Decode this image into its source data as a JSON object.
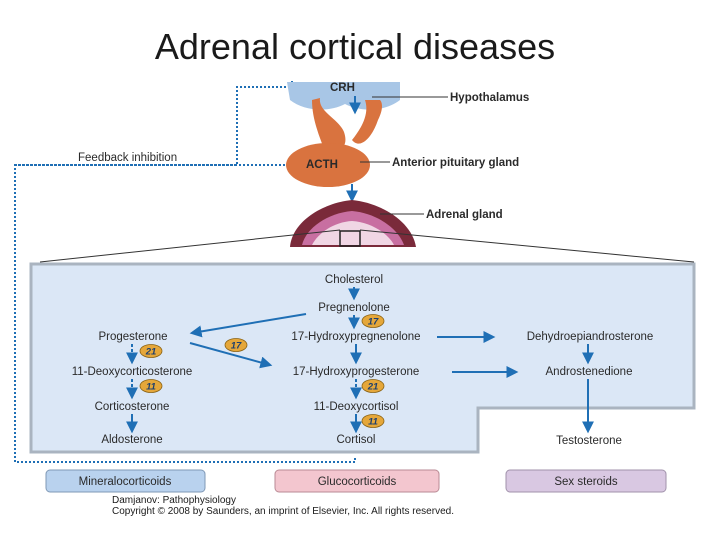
{
  "title": "Adrenal cortical diseases",
  "labels": {
    "crh": "CRH",
    "hypothalamus": "Hypothalamus",
    "feedback": "Feedback inhibition",
    "acth": "ACTH",
    "pituitary": "Anterior pituitary gland",
    "adrenal": "Adrenal gland"
  },
  "steroids": {
    "cholesterol": "Cholesterol",
    "pregnenolone": "Pregnenolone",
    "progesterone": "Progesterone",
    "hydroxypregnenolone": "17-Hydroxypregnenolone",
    "dhea": "Dehydroepiandrosterone",
    "deoxycorticosterone": "11-Deoxycorticosterone",
    "hydroxyprogesterone": "17-Hydroxyprogesterone",
    "androstenedione": "Androstenedione",
    "corticosterone": "Corticosterone",
    "deoxycortisol": "11-Deoxycortisol",
    "aldosterone": "Aldosterone",
    "cortisol": "Cortisol",
    "testosterone": "Testosterone"
  },
  "enzymes": {
    "e17a": "17",
    "e21a": "21",
    "e17b": "17",
    "e11a": "11",
    "e21b": "21",
    "e11b": "11"
  },
  "categories": {
    "mineralocorticoids": "Mineralocorticoids",
    "glucocorticoids": "Glucocorticoids",
    "sex_steroids": "Sex steroids"
  },
  "footer": {
    "line1": "Damjanov: Pathophysiology",
    "line2": "Copyright © 2008 by Saunders, an imprint of Elsevier, Inc. All rights reserved."
  },
  "colors": {
    "arrow": "#1f6fb5",
    "panel": "#dbe7f6",
    "gland": "#d9733f",
    "adrenal_outer": "#7a2a3a",
    "mineralo": "#b9d2ee",
    "gluco": "#f3c6cf",
    "sex": "#d9c8e2"
  }
}
